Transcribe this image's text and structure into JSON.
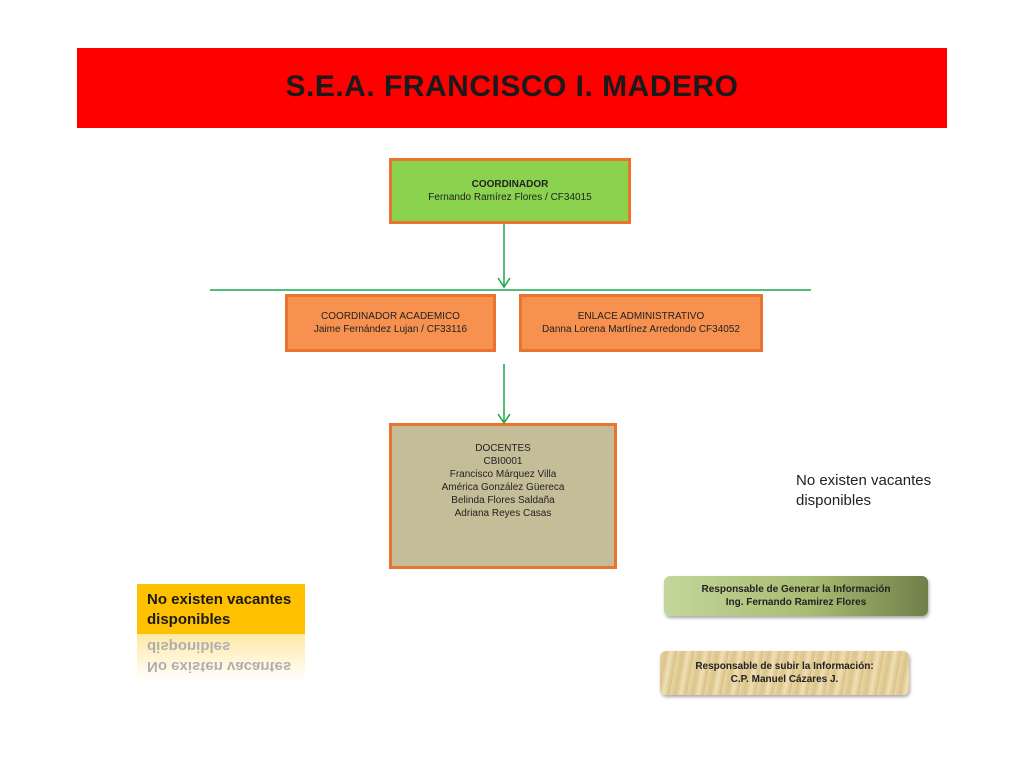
{
  "header": {
    "title": "S.E.A. FRANCISCO I. MADERO"
  },
  "colors": {
    "banner": "#ff0000",
    "connector": "#1aa84a",
    "box_border": "#e9742f",
    "coordinator_fill": "#8bd34e",
    "staff_fill": "#f6914f",
    "teachers_fill": "#c4bd97",
    "vacancy_fill": "#ffc000"
  },
  "org": {
    "coordinator": {
      "role": "COORDINADOR",
      "person": "Fernando Ramírez Flores / CF34015"
    },
    "academic": {
      "role": "COORDINADOR ACADEMICO",
      "person": "Jaime Fernández Lujan / CF33116"
    },
    "admin": {
      "role": "ENLACE ADMINISTRATIVO",
      "person": "Danna Lorena Martínez Arredondo CF34052"
    },
    "teachers": {
      "role": "DOCENTES",
      "code": "CBI0001",
      "names": [
        "Francisco Márquez Villa",
        "América González Güereca",
        "Belinda Flores Saldaña",
        "Adriana Reyes Casas"
      ]
    }
  },
  "vacancy_note": {
    "line1": "No existen vacantes",
    "line2": "disponibles"
  },
  "vacancy_box": {
    "line1": "No existen vacantes",
    "line2": "disponibles"
  },
  "responsible_generate": {
    "label": "Responsable de Generar la Información",
    "name": "Ing. Fernando Ramirez Flores"
  },
  "responsible_upload": {
    "label": "Responsable de subir la Información:",
    "name": "C.P. Manuel Cázares J."
  }
}
